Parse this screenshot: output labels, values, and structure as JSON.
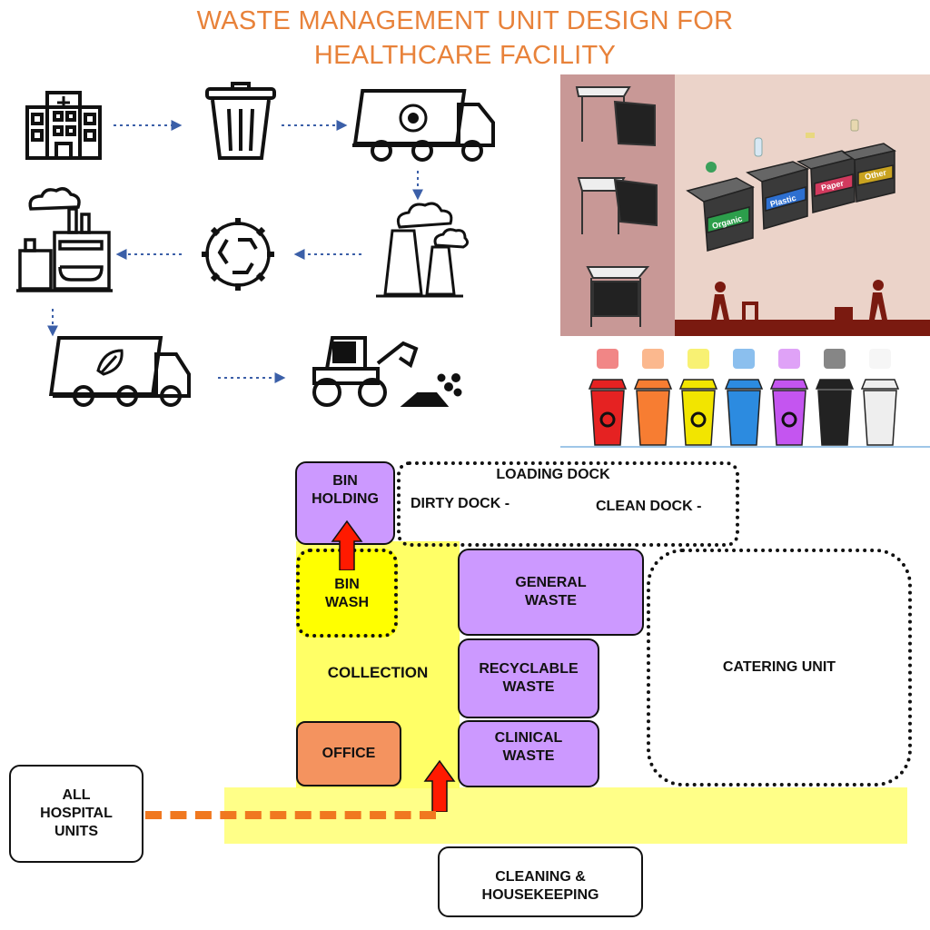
{
  "title_line1": "WASTE MANAGEMENT UNIT DESIGN FOR",
  "title_line2": "HEALTHCARE FACILITY",
  "bin_labels": {
    "organic": "Organic",
    "plastic": "Plastic",
    "paper": "Paper",
    "other": "Other"
  },
  "colors": {
    "title": "#e8823a",
    "purple_room": "#cc99ff",
    "collection": "#ffff66",
    "corridor": "#ffff88",
    "bin_wash": "#ffff00",
    "office": "#f4935f",
    "arrow_red": "#ff1a00",
    "dash_orange": "#f07820",
    "flow_dots": "#3b5fa8",
    "scene_bg": "#d8b4a8",
    "bin_colors": [
      "#e52222",
      "#f77d32",
      "#f2e500",
      "#2c8be0",
      "#c455f0",
      "#222222",
      "#eeeeee"
    ]
  },
  "plan": {
    "bin_holding": "BIN\nHOLDING",
    "loading_dock": "LOADING DOCK",
    "dirty_dock": "DIRTY DOCK -",
    "clean_dock": "CLEAN DOCK -",
    "bin_wash": "BIN\nWASH",
    "general_waste": "GENERAL\nWASTE",
    "collection": "COLLECTION",
    "recyclable_waste": "RECYCLABLE\nWASTE",
    "catering_unit": "CATERING UNIT",
    "office": "OFFICE",
    "clinical_waste": "CLINICAL\nWASTE",
    "all_hospital_units": "ALL\nHOSPITAL\nUNITS",
    "cleaning_housekeeping": "CLEANING &\nHOUSEKEEPING"
  },
  "icons": [
    "hospital-icon",
    "trash-can-icon",
    "biohazard-truck-icon",
    "factory-chimney-icon",
    "recycle-gear-icon",
    "industrial-plant-icon",
    "leaf-truck-icon",
    "bulldozer-icon"
  ]
}
